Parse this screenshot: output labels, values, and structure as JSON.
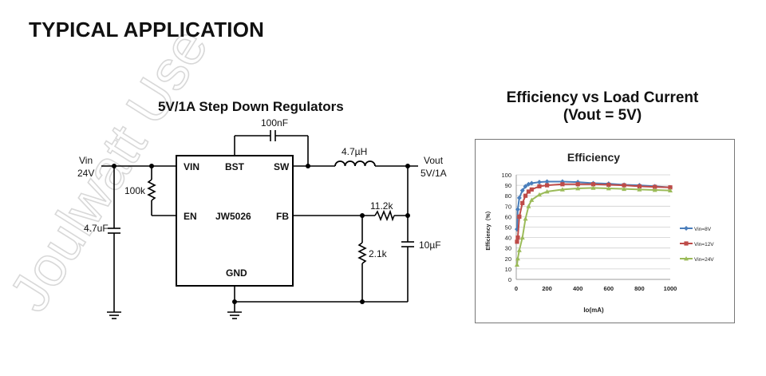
{
  "header": {
    "title": "TYPICAL APPLICATION"
  },
  "circuit": {
    "title": "5V/1A Step Down Regulators",
    "vin_label": "Vin",
    "vin_value": "24V",
    "vout_label": "Vout",
    "vout_value": "5V/1A",
    "chip_name": "JW5026",
    "pins": {
      "vin": "VIN",
      "bst": "BST",
      "sw": "SW",
      "en": "EN",
      "fb": "FB",
      "gnd": "GND"
    },
    "components": {
      "boot_cap": "100nF",
      "inductor": "4.7µH",
      "en_resistor": "100k",
      "input_cap": "4.7uF",
      "fb_top_resistor": "11.2k",
      "fb_bottom_resistor": "2.1k",
      "output_cap": "10µF"
    }
  },
  "chart_heading": {
    "line1": "Efficiency vs Load Current",
    "line2": "(Vout = 5V)"
  },
  "watermark": "Joulwatt Use",
  "chart_data": {
    "type": "line",
    "title": "Efficiency",
    "xlabel": "Io(mA)",
    "ylabel": "Efficiency（%）",
    "xlim": [
      0,
      1000
    ],
    "ylim": [
      0,
      100
    ],
    "xticks": [
      0,
      200,
      400,
      600,
      800,
      1000
    ],
    "yticks": [
      0,
      10,
      20,
      30,
      40,
      50,
      60,
      70,
      80,
      90,
      100
    ],
    "grid": true,
    "legend_position": "right",
    "series": [
      {
        "name": "Vin=8V",
        "color": "#4a7ebb",
        "marker": "diamond",
        "x": [
          5,
          10,
          20,
          40,
          60,
          80,
          100,
          150,
          200,
          300,
          400,
          500,
          600,
          700,
          800,
          900,
          1000
        ],
        "y": [
          48,
          67,
          78,
          85,
          89,
          91,
          92,
          93,
          93.5,
          93.5,
          93,
          92,
          91.5,
          90.5,
          90,
          89,
          88
        ]
      },
      {
        "name": "Vin=12V",
        "color": "#be4b48",
        "marker": "square",
        "x": [
          5,
          10,
          20,
          40,
          60,
          80,
          100,
          150,
          200,
          300,
          400,
          500,
          600,
          700,
          800,
          900,
          1000
        ],
        "y": [
          36,
          40,
          60,
          73,
          80,
          84,
          86,
          89,
          90,
          91,
          91,
          91,
          90.5,
          90,
          89,
          88.5,
          88
        ]
      },
      {
        "name": "Vin=24V",
        "color": "#9bbb59",
        "marker": "triangle",
        "x": [
          5,
          10,
          20,
          40,
          60,
          80,
          100,
          150,
          200,
          300,
          400,
          500,
          600,
          700,
          800,
          900,
          1000
        ],
        "y": [
          14,
          20,
          28,
          40,
          58,
          70,
          76,
          81,
          84,
          86,
          87,
          87.5,
          87,
          86.5,
          86,
          85.5,
          85
        ]
      }
    ]
  }
}
